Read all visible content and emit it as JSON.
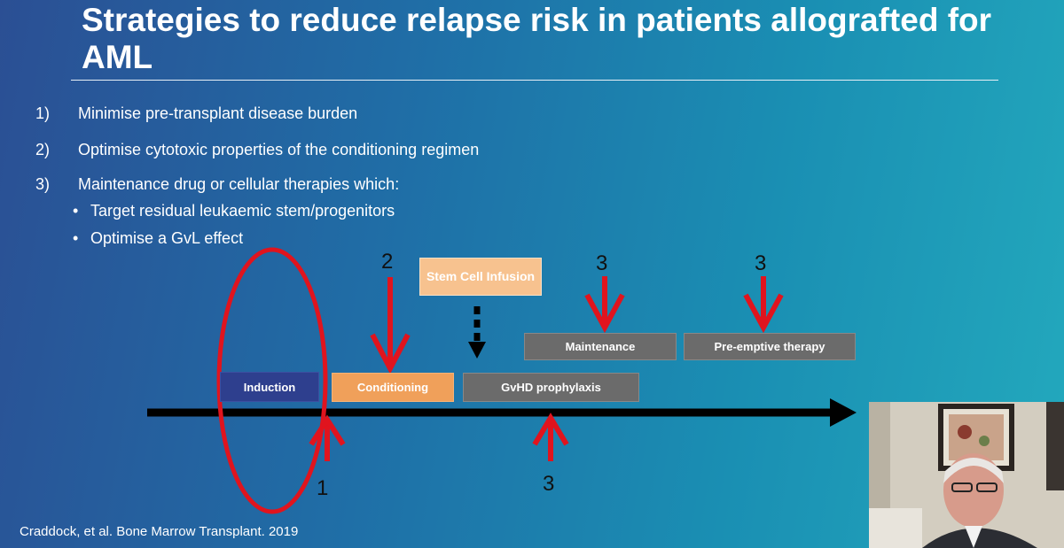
{
  "slide": {
    "title": "Strategies to reduce relapse risk in patients allografted for AML",
    "items": [
      {
        "num": "1)",
        "text": "Minimise pre-transplant disease burden"
      },
      {
        "num": "2)",
        "text": "Optimise cytotoxic properties of the conditioning regimen"
      },
      {
        "num": "3)",
        "text": "Maintenance drug or cellular therapies which:"
      }
    ],
    "subitems": [
      {
        "bullet": "•",
        "text": "Target residual leukaemic stem/progenitors"
      },
      {
        "bullet": "•",
        "text": "Optimise a GvL effect"
      }
    ],
    "citation": "Craddock, et al. Bone Marrow Transplant. 2019"
  },
  "diagram": {
    "boxes": {
      "induction": "Induction",
      "conditioning": "Conditioning",
      "gvhd": "GvHD prophylaxis",
      "maintenance": "Maintenance",
      "preemptive": "Pre-emptive therapy",
      "stem_cell": "Stem Cell Infusion"
    },
    "annotations": {
      "conditioning": "2",
      "maintenance": "3",
      "preemptive": "3",
      "induction": "1",
      "gvhd": "3"
    },
    "colors": {
      "timeline": "#000000",
      "strategy_arrow": "#e0141e",
      "infusion_arrow": "#000000",
      "induction_box": "#2e3f8e",
      "conditioning_box": "#f0a05a",
      "stem_cell_box": "#f7c28f",
      "therapy_box": "#6b6b6b"
    }
  }
}
